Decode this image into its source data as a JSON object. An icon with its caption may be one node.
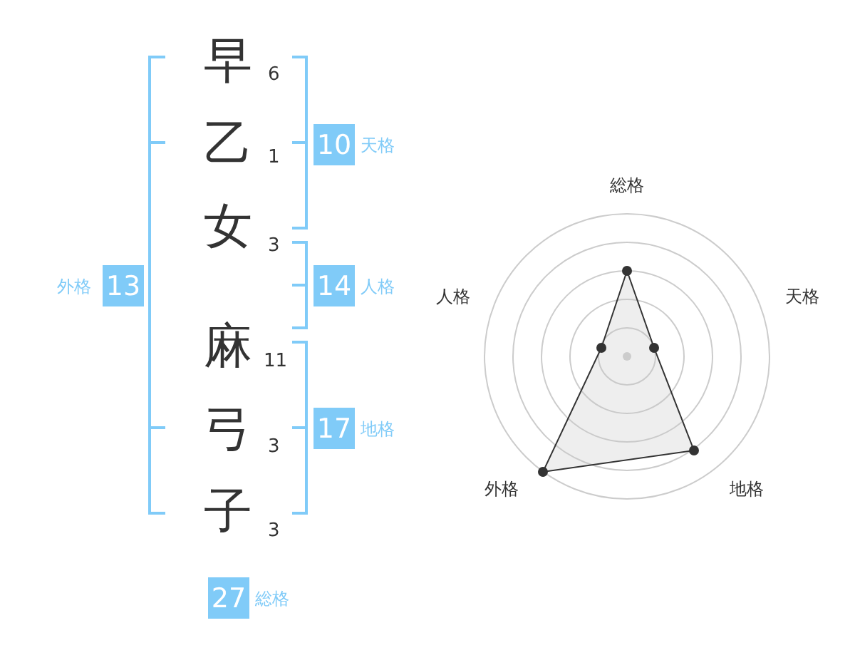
{
  "diagram": {
    "nodes": [
      {
        "text": [
          "10"
        ],
        "beside": [
          "天格"
        ]
      },
      {
        "text": [
          "13"
        ],
        "beside": [
          "外格"
        ]
      },
      {
        "text": [
          "14"
        ],
        "beside": [
          "人格"
        ]
      },
      {
        "text": [
          "17"
        ],
        "beside": [
          "地格"
        ]
      },
      {
        "text": [
          "27"
        ],
        "beside": [
          "総格"
        ]
      }
    ],
    "labels": [
      "早",
      "6",
      "乙",
      "1",
      "女",
      "3",
      "麻",
      "11",
      "弓",
      "3",
      "子",
      "3",
      "総格",
      "人格",
      "天格",
      "外格",
      "地格"
    ]
  }
}
